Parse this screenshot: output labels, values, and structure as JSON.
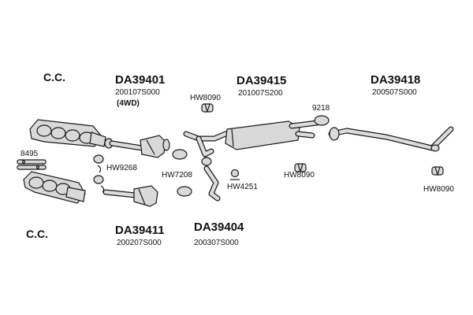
{
  "colors": {
    "part_fill": "#d9d9d9",
    "outline": "#1a1a1a",
    "text": "#111111"
  },
  "labels": {
    "cc_top": "C.C.",
    "cc_bottom": "C.C.",
    "da39401_code": "DA39401",
    "da39401_num": "200107S000",
    "da39401_note": "(4WD)",
    "da39415_code": "DA39415",
    "da39415_num": "201007S200",
    "da39418_code": "DA39418",
    "da39418_num": "200507S000",
    "da39411_code": "DA39411",
    "da39411_num": "200207S000",
    "da39404_code": "DA39404",
    "da39404_num": "200307S000",
    "hw8090_a": "HW8090",
    "hw8090_b": "HW8090",
    "hw8090_c": "HW8090",
    "g9218": "9218",
    "g8495": "8495",
    "hw9268": "HW9268",
    "hw7208": "HW7208",
    "hw4251": "HW4251"
  },
  "icons": {
    "hanger": "rubber-hanger-icon",
    "gasket": "flange-gasket-icon",
    "clamp": "pipe-clamp-icon"
  }
}
